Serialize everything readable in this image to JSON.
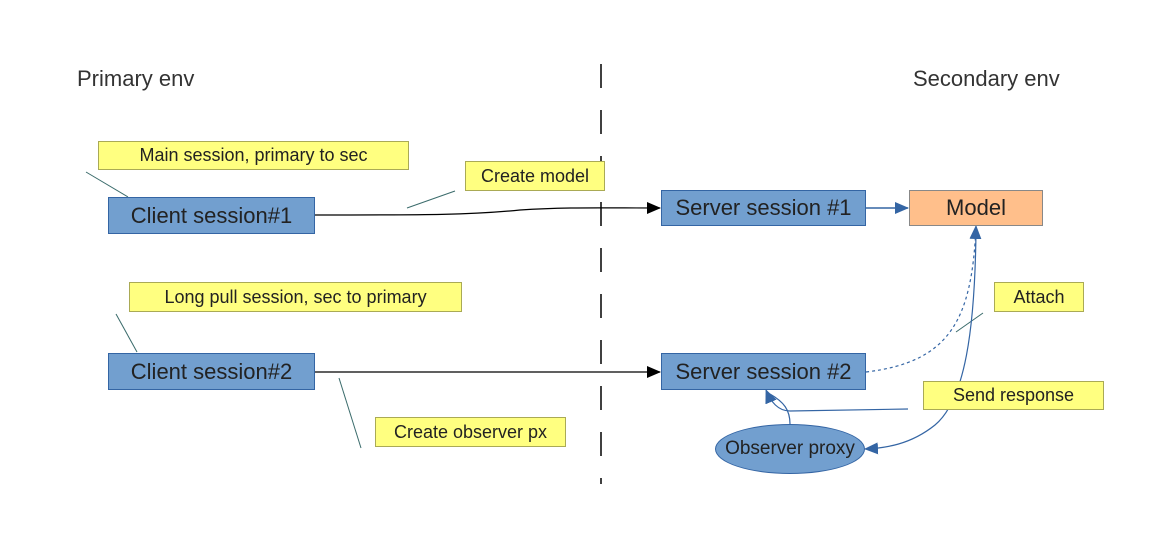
{
  "environments": {
    "primary": "Primary env",
    "secondary": "Secondary env"
  },
  "sessions": {
    "client1": "Client session#1",
    "client2": "Client session#2",
    "server1": "Server session #1",
    "server2": "Server session #2",
    "model": "Model",
    "observer_proxy": "Observer proxy"
  },
  "notes": {
    "main_session": "Main session, primary to sec",
    "create_model": "Create model",
    "long_pull": "Long pull session, sec to primary",
    "create_observer": "Create observer px",
    "attach": "Attach",
    "send_response": "Send response"
  },
  "colors": {
    "session_fill": "#729fcf",
    "session_border": "#3465a4",
    "model_fill": "#ffbf8b",
    "note_fill": "#ffff80",
    "connector": "#000000",
    "blue_connector": "#3465a4"
  }
}
